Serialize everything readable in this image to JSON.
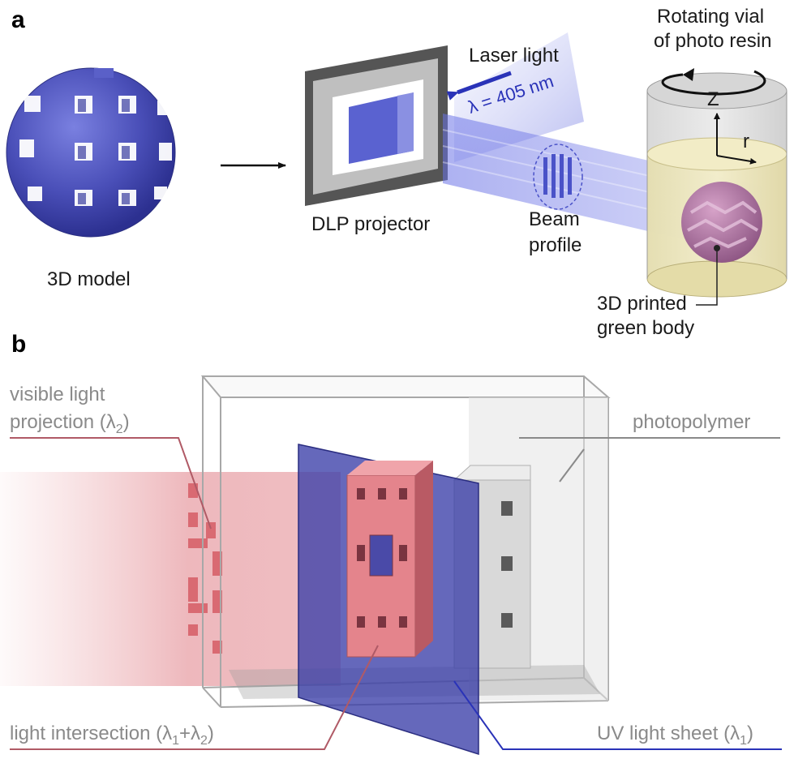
{
  "panel_a": {
    "letter": "a",
    "model_label": "3D model",
    "projector_label": "DLP projector",
    "laser_label": "Laser light",
    "wavelength_label": "λ = 405 nm",
    "beam_profile_line1": "Beam",
    "beam_profile_line2": "profile",
    "vial_line1": "Rotating vial",
    "vial_line2": "of photo resin",
    "axis_z": "Z",
    "axis_r": "r",
    "printed_line1": "3D printed",
    "printed_line2": "green body"
  },
  "panel_b": {
    "letter": "b",
    "visible_line1": "visible light",
    "visible_line2_main": "projection (λ",
    "visible_line2_sub": "2",
    "visible_line2_end": ")",
    "photopolymer": "photopolymer",
    "intersection_main": "light intersection (λ",
    "intersection_sub1": "1",
    "intersection_mid": "+λ",
    "intersection_sub2": "2",
    "intersection_end": ")",
    "uv_main": "UV light sheet (λ",
    "uv_sub": "1",
    "uv_end": ")"
  },
  "colors": {
    "model_blue": "#4a4fb8",
    "laser_blue": "#3b44c4",
    "visible_red": "#d96a72",
    "uv_sheet": "#3a3da8",
    "resin_yellow": "#efe7b8",
    "green_body": "#b77aa8",
    "label_gray": "#8a8a8a"
  }
}
